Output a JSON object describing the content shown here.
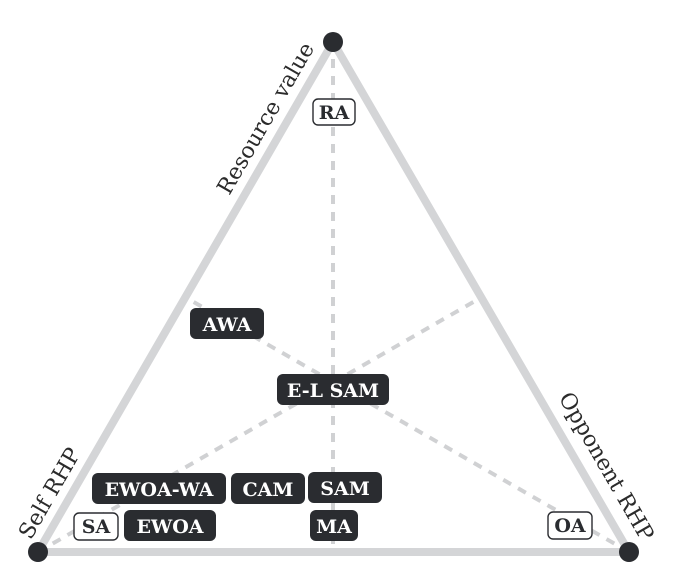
{
  "vertices": {
    "top_label": "Resource value",
    "left_label": "Self RHP",
    "right_label": "Opponent RHP"
  },
  "tags": [
    {
      "id": "RA",
      "label": "RA",
      "style": "light"
    },
    {
      "id": "AWA",
      "label": "AWA",
      "style": "dark"
    },
    {
      "id": "E-L SAM",
      "label": "E-L SAM",
      "style": "dark"
    },
    {
      "id": "EWOA-WA",
      "label": "EWOA-WA",
      "style": "dark"
    },
    {
      "id": "CAM",
      "label": "CAM",
      "style": "dark"
    },
    {
      "id": "SAM",
      "label": "SAM",
      "style": "dark"
    },
    {
      "id": "SA",
      "label": "SA",
      "style": "light"
    },
    {
      "id": "EWOA",
      "label": "EWOA",
      "style": "dark"
    },
    {
      "id": "MA",
      "label": "MA",
      "style": "dark"
    },
    {
      "id": "OA",
      "label": "OA",
      "style": "light"
    }
  ],
  "colors": {
    "edge": "#d4d5d7",
    "dash": "#d0d1d3",
    "vertex": "#2a2c30",
    "tag_dark": "#2a2c30",
    "tag_light_border": "#2a2c30"
  }
}
